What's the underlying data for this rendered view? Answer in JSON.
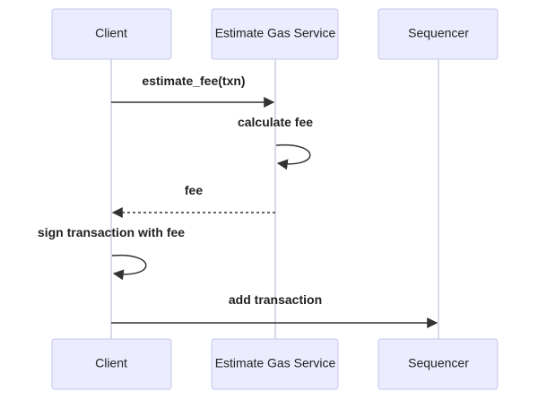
{
  "diagram": {
    "type": "sequence",
    "participants": [
      {
        "id": "client",
        "label": "Client"
      },
      {
        "id": "gas",
        "label": "Estimate Gas Service"
      },
      {
        "id": "seq",
        "label": "Sequencer"
      }
    ],
    "messages": [
      {
        "from": "client",
        "to": "gas",
        "label": "estimate_fee(txn)",
        "style": "solid"
      },
      {
        "from": "gas",
        "to": "gas",
        "label": "calculate fee",
        "style": "solid"
      },
      {
        "from": "gas",
        "to": "client",
        "label": "fee",
        "style": "dashed"
      },
      {
        "from": "client",
        "to": "client",
        "label": "sign transaction with fee",
        "style": "solid"
      },
      {
        "from": "client",
        "to": "seq",
        "label": "add transaction",
        "style": "solid"
      }
    ],
    "colors": {
      "actor_fill": "#ececff",
      "actor_stroke": "#c6c6ec",
      "lifeline": "#cfcfdf",
      "message": "#333333"
    }
  }
}
